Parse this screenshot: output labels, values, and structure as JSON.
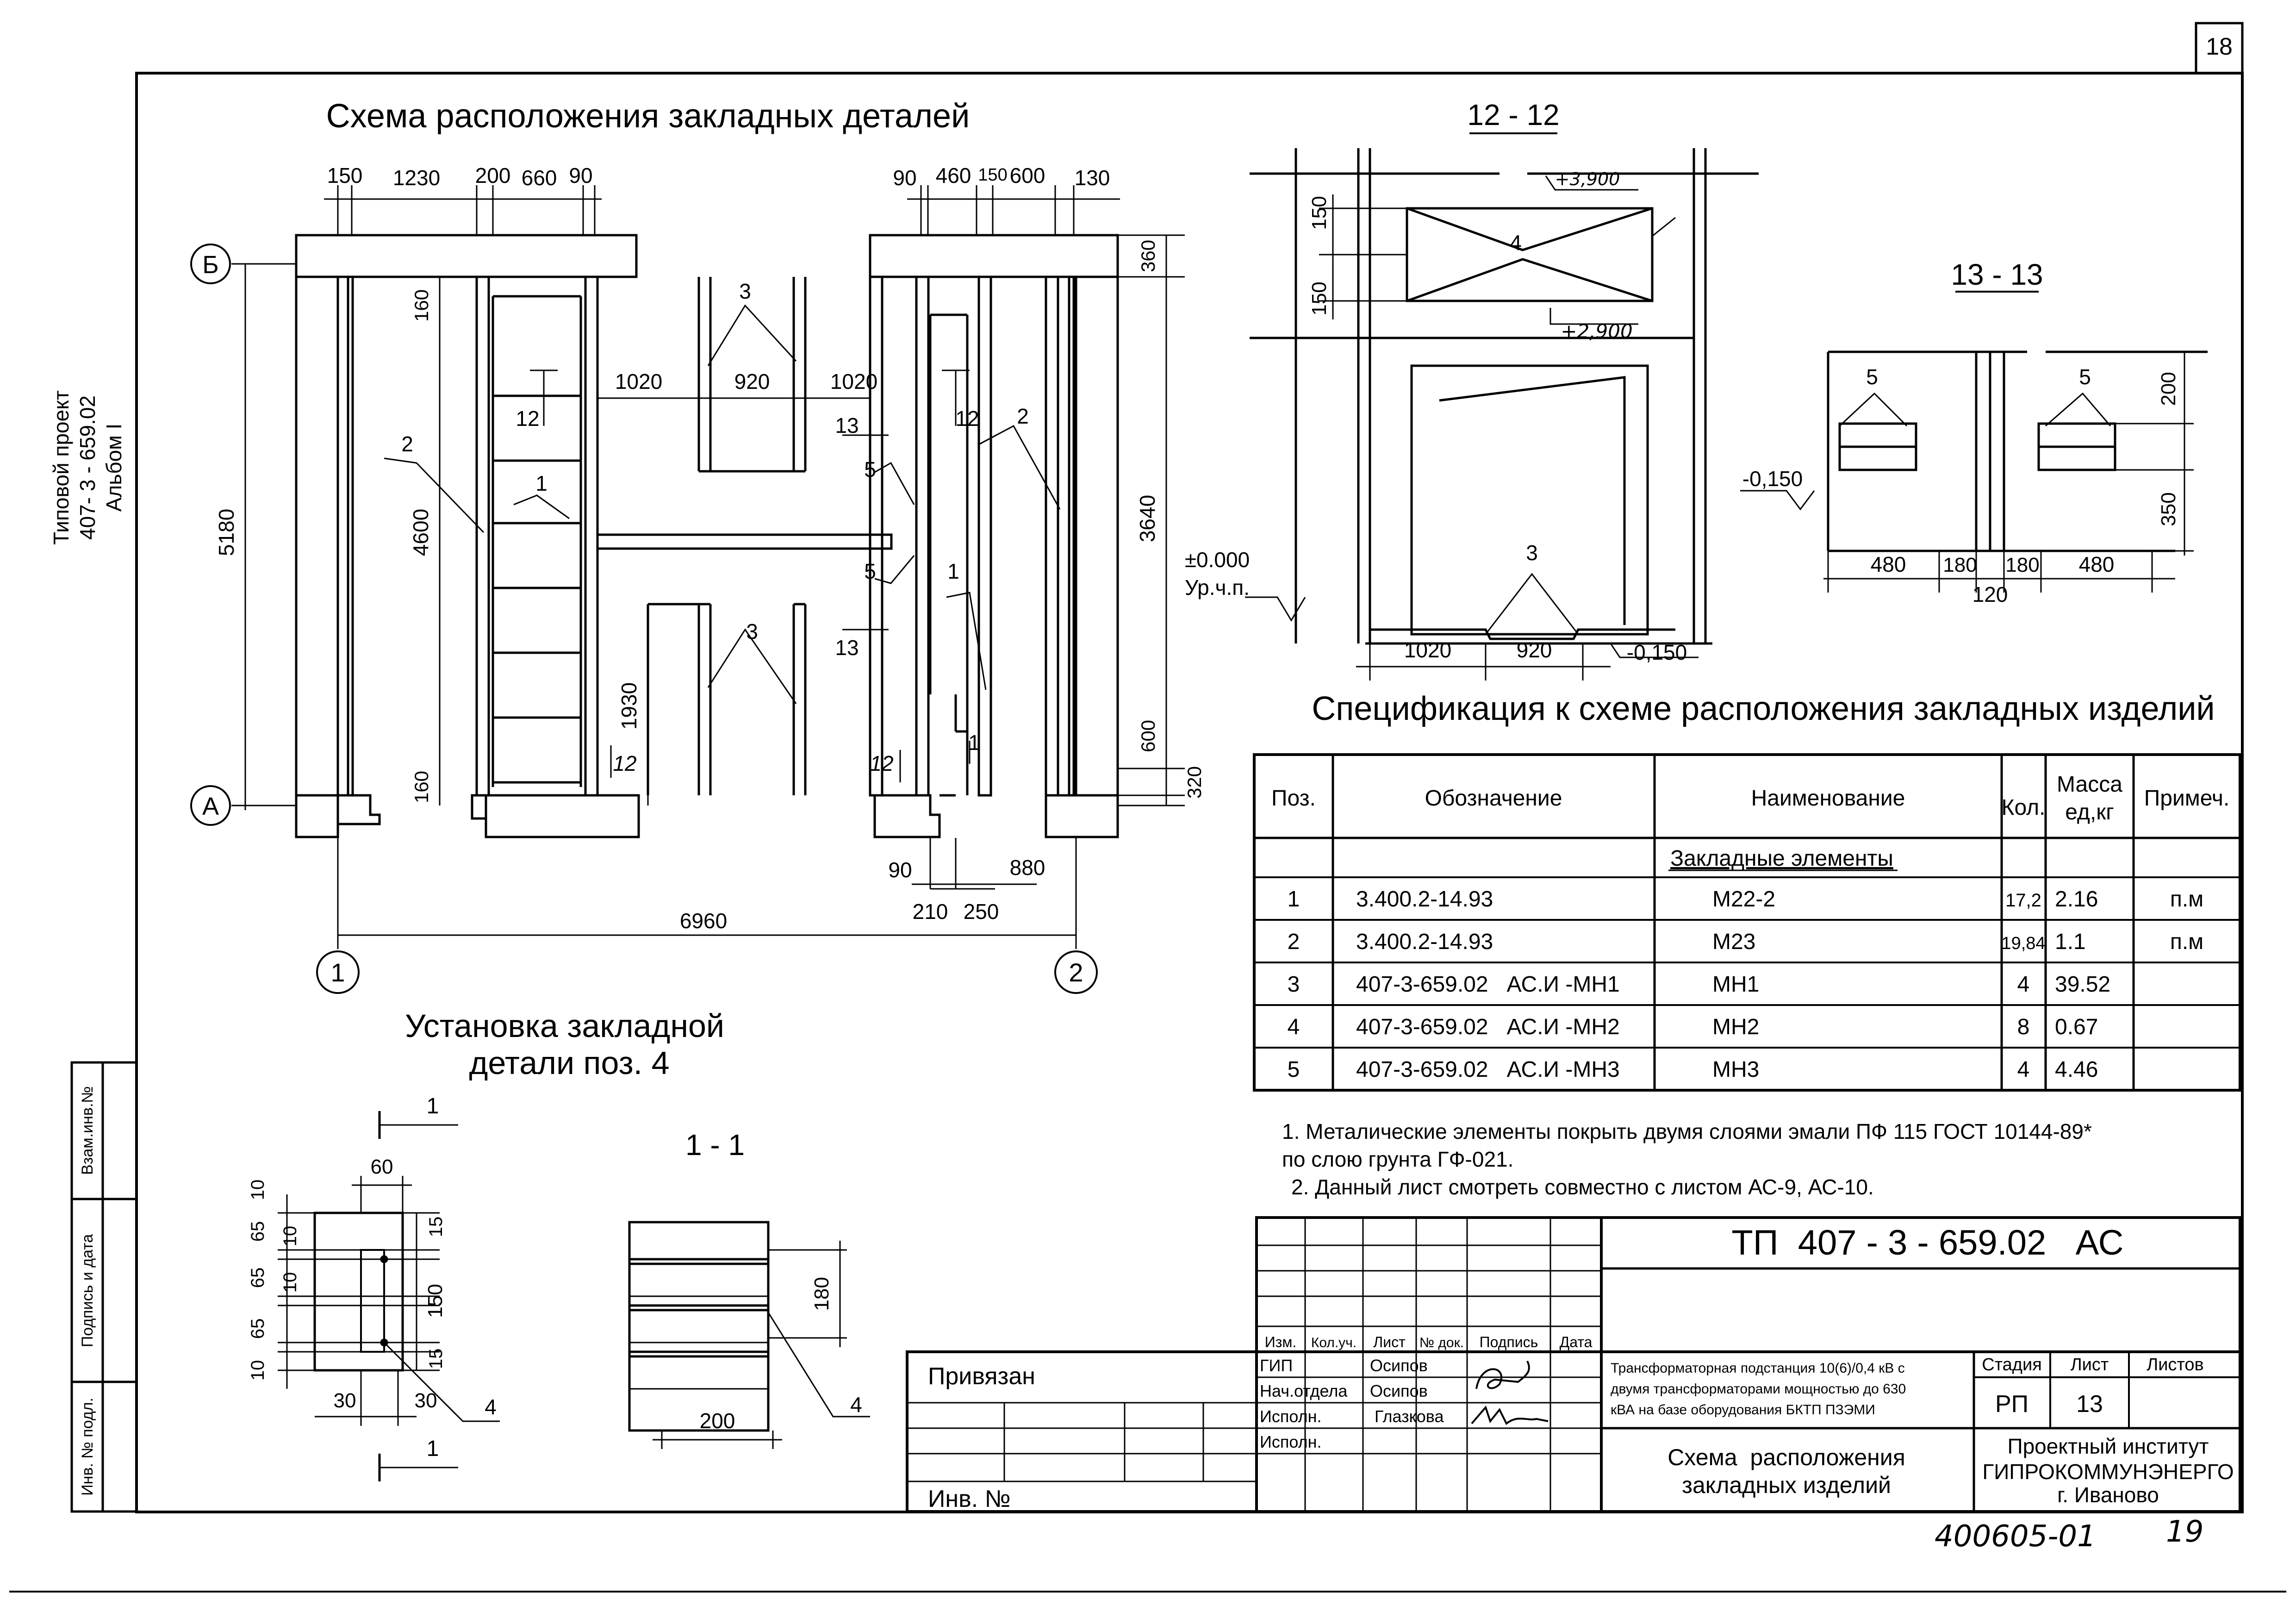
{
  "sheet_number": "18",
  "side_labels": {
    "project_line1": "Типовой проект",
    "project_line2": "407- 3 - 659.02",
    "album": "Альбом I"
  },
  "left_stamp": {
    "vzam": "Взам.инв.№",
    "podpis": "Подпись и дата",
    "inv": "Инв. № подл."
  },
  "plan": {
    "title": "Схема расположения закладных деталей",
    "axes": {
      "b": "Б",
      "a": "А",
      "one": "1",
      "two": "2"
    },
    "top_dims_left": [
      "150",
      "1230",
      "200",
      "660",
      "90"
    ],
    "top_dims_right": [
      "90",
      "460",
      "150",
      "600",
      "130"
    ],
    "dim_5180": "5180",
    "dim_4600": "4600",
    "dim_160_top": "160",
    "dim_160_bottom": "160",
    "dim_1020_left": "1020",
    "dim_920": "920",
    "dim_1020_right": "1020",
    "dim_1930": "1930",
    "dim_360": "360",
    "dim_3640": "3640",
    "dim_600": "600",
    "dim_320": "320",
    "dim_6960": "6960",
    "dim_90": "90",
    "dim_880": "880",
    "dim_210": "210",
    "dim_250": "250",
    "sec_12": "12",
    "sec_13": "13",
    "callouts": {
      "c1": "1",
      "c2": "2",
      "c3": "3",
      "c5": "5"
    }
  },
  "section_12": {
    "title": "12 - 12",
    "dim_150a": "150",
    "dim_150b": "150",
    "elev_top": "+3,900",
    "elev_mid": "+2,900",
    "elev_zero": "±0.000",
    "floor_label": "Ур.ч.п.",
    "elev_low": "-0,150",
    "dim_1020": "1020",
    "dim_920": "920",
    "callout_4": "4",
    "callout_3": "3"
  },
  "section_13": {
    "title": "13 - 13",
    "elev": "-0,150",
    "callout_5a": "5",
    "callout_5b": "5",
    "dim_200": "200",
    "dim_350": "350",
    "dim_480a": "480",
    "dim_180a": "180",
    "dim_180b": "180",
    "dim_480b": "480",
    "dim_120": "120"
  },
  "spec": {
    "title": "Спецификация к схеме расположения закладных изделий",
    "headers": {
      "pos": "Поз.",
      "oboz": "Обозначение",
      "naim": "Наименование",
      "kol": "Кол.",
      "mass1": "Масса",
      "mass2": "ед,кг",
      "prim": "Примеч."
    },
    "group": "Закладные элементы",
    "rows": [
      {
        "pos": "1",
        "oboz": "3.400.2-14.93",
        "naim": "М22-2",
        "kol": "17,2",
        "mass": "2.16",
        "prim": "п.м"
      },
      {
        "pos": "2",
        "oboz": "3.400.2-14.93",
        "naim": "М23",
        "kol": "19,84",
        "mass": "1.1",
        "prim": "п.м"
      },
      {
        "pos": "3",
        "oboz": "407-3-659.02   АС.И -МН1",
        "naim": "МН1",
        "kol": "4",
        "mass": "39.52",
        "prim": ""
      },
      {
        "pos": "4",
        "oboz": "407-3-659.02   АС.И -МН2",
        "naim": "МН2",
        "kol": "8",
        "mass": "0.67",
        "prim": ""
      },
      {
        "pos": "5",
        "oboz": "407-3-659.02   АС.И -МН3",
        "naim": "МН3",
        "kol": "4",
        "mass": "4.46",
        "prim": ""
      }
    ]
  },
  "notes": {
    "n1a": "1. Металические элементы покрыть двумя слоями эмали ПФ 115 ГОСТ 10144-89*",
    "n1b": "по слою грунта ГФ-021.",
    "n2": "2. Данный лист смотреть совместно с листом АС-9, АС-10."
  },
  "install": {
    "title1": "Установка закладной",
    "title2": "детали поз. 4",
    "sec_mark": "1",
    "dim_60": "60",
    "dim_10a": "10",
    "dim_65a": "65",
    "dim_10b": "10",
    "dim_65b": "65",
    "dim_10c": "10",
    "dim_65c": "65",
    "dim_10d": "10",
    "dim_15a": "15",
    "dim_150": "150",
    "dim_15b": "15",
    "dim_30a": "30",
    "dim_30b": "30",
    "callout_4": "4"
  },
  "section_1_1": {
    "title": "1 - 1",
    "dim_180": "180",
    "dim_200": "200",
    "callout_4": "4"
  },
  "title_block": {
    "code": "ТП  407 - 3 - 659.02   АС",
    "privyazan": "Привязан",
    "inv": "Инв. №",
    "cols": {
      "izm": "Изм.",
      "kol": "Кол.уч.",
      "list": "Лист",
      "ndok": "№ док.",
      "podpis": "Подпись",
      "data": "Дата"
    },
    "roles": [
      {
        "role": "ГИП",
        "name": "Осипов"
      },
      {
        "role": "Нач.отдела",
        "name": "Осипов"
      },
      {
        "role": "Исполн.",
        "name": "Глазкова"
      },
      {
        "role": "Исполн.",
        "name": ""
      }
    ],
    "desc1": "Трансформаторная подстанция 10(6)/0,4 кВ с",
    "desc2": "двумя трансформаторами мощностью до 630",
    "desc3": "кВА на базе оборудования БКТП ПЗЭМИ",
    "stadiya_h": "Стадия",
    "list_h": "Лист",
    "listov_h": "Листов",
    "stadiya": "РП",
    "list": "13",
    "listov": "",
    "drawing1": "Схема  расположения",
    "drawing2": "закладных изделий",
    "org1": "Проектный институт",
    "org2": "ГИПРОКОММУНЭНЕРГО",
    "org3": "г. Иваново"
  },
  "handwritten": {
    "left": "400605-01",
    "right": "19"
  }
}
